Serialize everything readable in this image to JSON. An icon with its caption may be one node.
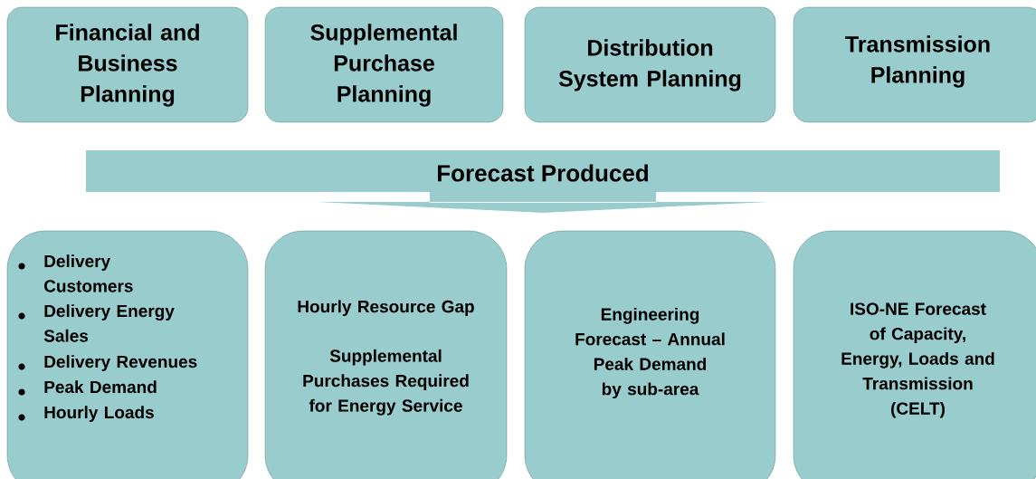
{
  "diagram": {
    "nodes": [
      {
        "text": [
          "Financial and Business Planning"
        ]
      },
      {
        "text": [
          "Supplemental Purchase Planning"
        ]
      },
      {
        "text": [
          "Distribution System Planning"
        ]
      },
      {
        "text": [
          "Transmission Planning"
        ]
      },
      {
        "text": [
          "Forecast Produced"
        ]
      },
      {
        "text": [
          "Delivery Customers",
          "Delivery Energy Sales",
          "Delivery Revenues",
          "Peak Demand",
          "Hourly Loads"
        ]
      },
      {
        "text": [
          "Hourly Resource Gap",
          "Supplemental Purchases Required for Energy Service"
        ]
      },
      {
        "text": [
          "Engineering Forecast – Annual Peak Demand by sub-area"
        ]
      },
      {
        "text": [
          "ISO-NE Forecast of Capacity, Energy, Loads and Transmission (CELT)"
        ]
      }
    ]
  }
}
